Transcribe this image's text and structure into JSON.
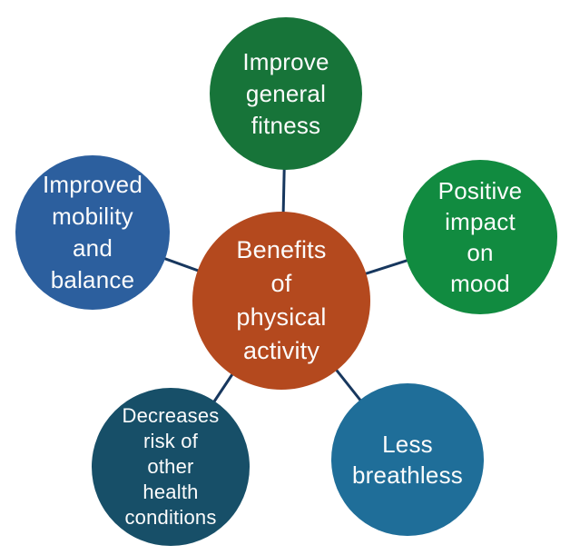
{
  "diagram": {
    "title": "Benefits of physical activity",
    "background_color": "#FFFFFF",
    "connector_color": "#17375E",
    "text_color": "#FCFCFC",
    "center": {
      "id": "benefits-of-physical-activity",
      "label": "Benefits of physical activity",
      "lines": [
        "Benefits",
        "of",
        "physical",
        "activity"
      ],
      "color": "#B4491E"
    },
    "nodes": [
      {
        "id": "improve-general-fitness",
        "position": "top",
        "label": "Improve general fitness",
        "lines": [
          "Improve",
          "general",
          "fitness"
        ],
        "color": "#177439"
      },
      {
        "id": "positive-impact-on-mood",
        "position": "right",
        "label": "Positive impact on mood",
        "lines": [
          "Positive",
          "impact",
          "on",
          "mood"
        ],
        "color": "#118B40"
      },
      {
        "id": "less-breathless",
        "position": "bottom-right",
        "label": "Less breathless",
        "lines": [
          "Less",
          "breathless"
        ],
        "color": "#1F6E99"
      },
      {
        "id": "decreases-risk-of-other-health-conditions",
        "position": "bottom-left",
        "label": "Decreases risk of other health conditions",
        "lines": [
          "Decreases",
          "risk of",
          "other",
          "health",
          "conditions"
        ],
        "color": "#174F68"
      },
      {
        "id": "improved-mobility-and-balance",
        "position": "left",
        "label": "Improved mobility and balance",
        "lines": [
          "Improved",
          "mobility",
          "and",
          "balance"
        ],
        "color": "#2C5F9E"
      }
    ]
  }
}
